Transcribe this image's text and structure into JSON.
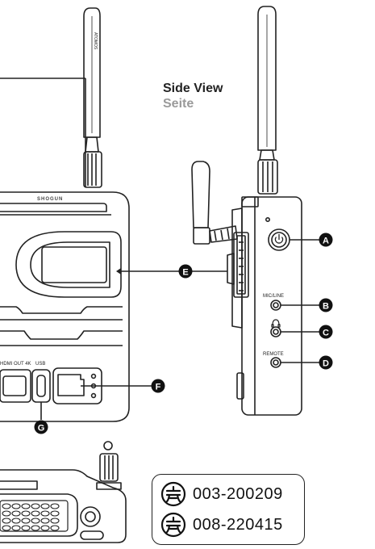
{
  "heading": {
    "title": "Side View",
    "subtitle": "Seite"
  },
  "device_labels": {
    "antenna_brand": "ATOMOS",
    "device_brand": "SHOGUN",
    "hdmi_out": "HDMI OUT  4K",
    "usb": "USB",
    "mic_line": "MIC/LINE",
    "remote": "REMOTE"
  },
  "callouts": [
    "A",
    "B",
    "C",
    "D",
    "E",
    "F",
    "G"
  ],
  "certifications": [
    {
      "code": "003-200209"
    },
    {
      "code": "008-220415"
    }
  ],
  "colors": {
    "line": "#222222",
    "callout_fill": "#111111",
    "callout_text": "#ffffff",
    "subtitle": "#9a9a9a"
  },
  "icons": {
    "power": "power-icon",
    "headphone": "headphone-icon",
    "certification": "giteki-mark-icon"
  }
}
